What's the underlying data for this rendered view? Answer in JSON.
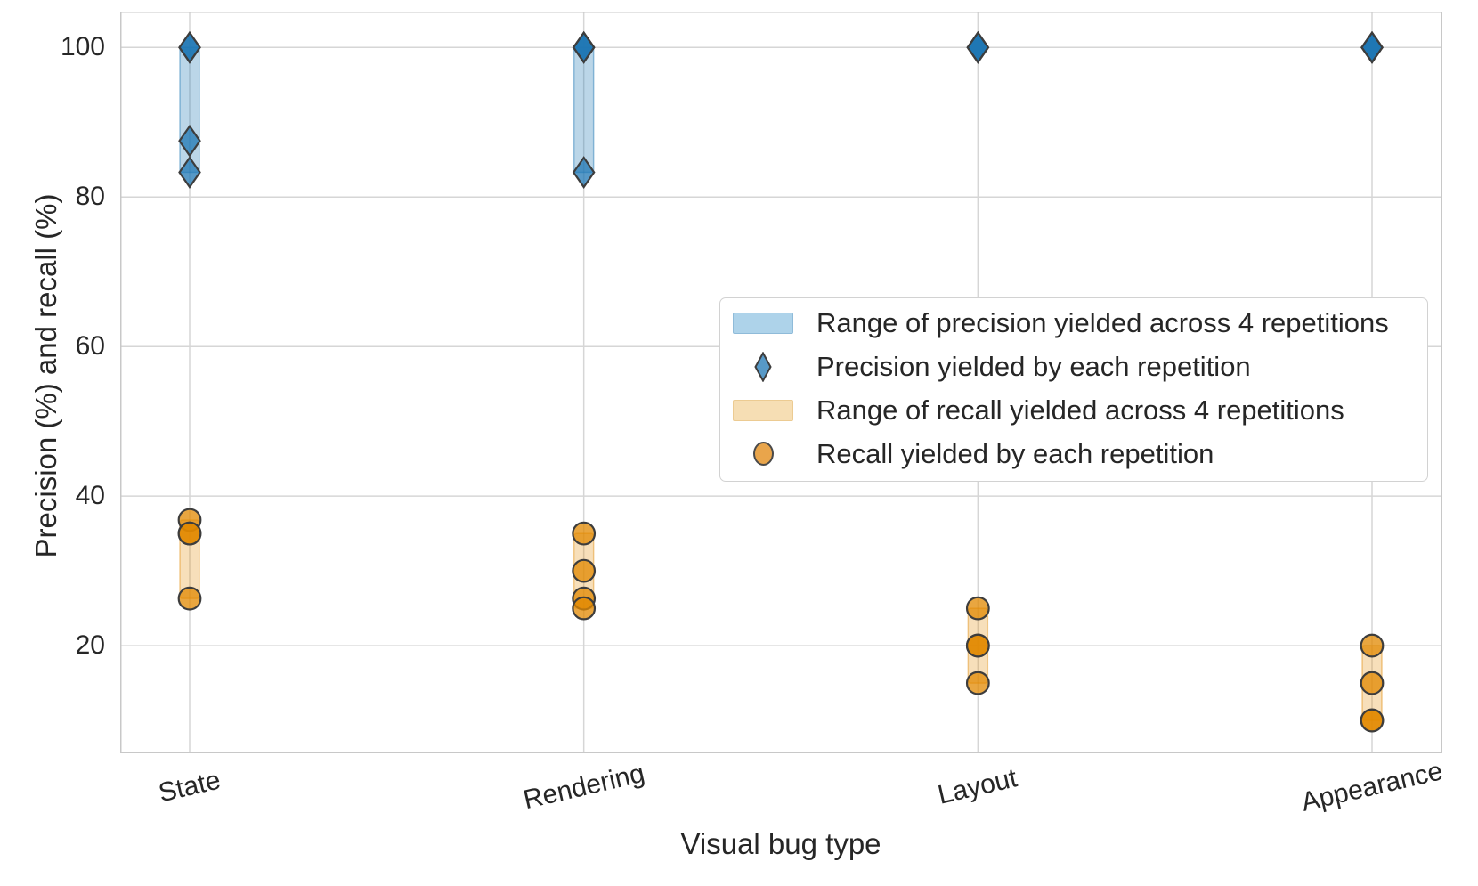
{
  "figure": {
    "background": "#ffffff"
  },
  "chart_data": {
    "type": "scatter",
    "title": "",
    "xlabel": "Visual bug type",
    "ylabel": "Precision (%) and recall (%)",
    "categories": [
      "State",
      "Rendering",
      "Layout",
      "Appearance"
    ],
    "yticks": [
      20,
      40,
      60,
      80,
      100
    ],
    "ylim": [
      5.6,
      104.8
    ],
    "grid": true,
    "legend_position": "center-right",
    "series": [
      {
        "name": "Precision yielded by each repetition",
        "marker": "diamond",
        "values_per_category": [
          [
            100,
            100,
            87.5,
            83.3
          ],
          [
            100,
            100,
            100,
            83.3
          ],
          [
            100,
            100,
            100,
            100
          ],
          [
            100,
            100,
            100,
            100
          ]
        ]
      },
      {
        "name": "Recall yielded by each repetition",
        "marker": "circle",
        "values_per_category": [
          [
            36.8,
            35,
            35,
            26.3
          ],
          [
            35,
            30,
            26.3,
            25
          ],
          [
            25,
            20,
            20,
            15
          ],
          [
            20,
            15,
            10,
            10
          ]
        ]
      }
    ],
    "ranges": [
      {
        "name": "Range of precision yielded across 4 repetitions",
        "min_max_per_category": [
          [
            83.3,
            100
          ],
          [
            83.3,
            100
          ],
          [
            100,
            100
          ],
          [
            100,
            100
          ]
        ]
      },
      {
        "name": "Range of recall yielded across 4 repetitions",
        "min_max_per_category": [
          [
            26.3,
            36.8
          ],
          [
            25,
            35
          ],
          [
            15,
            25
          ],
          [
            10,
            20
          ]
        ]
      }
    ]
  },
  "legend": {
    "items": [
      {
        "swatch": "precision-range-rect",
        "label": "Range of precision yielded across 4 repetitions"
      },
      {
        "swatch": "precision-diamond",
        "label": "Precision yielded by each repetition"
      },
      {
        "swatch": "recall-range-rect",
        "label": "Range of recall yielded across 4 repetitions"
      },
      {
        "swatch": "recall-circle",
        "label": "Recall yielded by each repetition"
      }
    ]
  },
  "colors": {
    "precision_base": "#1f77b4",
    "precision_marker_fill": "rgba(31,119,180,0.75)",
    "precision_range_fill": "rgba(31,119,180,0.30)",
    "precision_range_stroke": "rgba(31,119,180,0.45)",
    "recall_base": "#e18800",
    "recall_marker_fill": "rgba(225,136,0,0.75)",
    "recall_range_fill": "rgba(225,136,0,0.27)",
    "recall_range_stroke": "rgba(225,136,0,0.42)",
    "marker_edge": "#3d3d3d",
    "grid": "#d6d6d6",
    "spine": "#c8c8c8",
    "text": "#262626"
  }
}
